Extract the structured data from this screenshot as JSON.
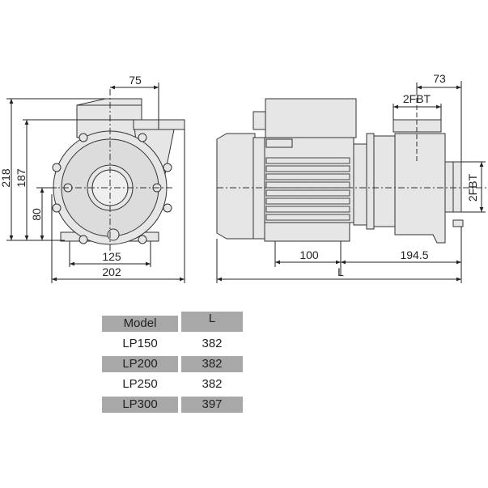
{
  "drawing": {
    "front_view": {
      "dim_height_total": "218",
      "dim_height_outlet": "187",
      "dim_center_height": "80",
      "dim_outlet_offset": "75",
      "dim_feet_spacing": "125",
      "dim_width": "202"
    },
    "side_view": {
      "dim_outlet_offset": "73",
      "dim_top_port": "2FBT",
      "dim_side_port": "2FBT",
      "dim_feet_spacing": "100",
      "dim_pump_length": "194.5",
      "dim_total_length": "L"
    }
  },
  "table": {
    "headers": [
      "Model",
      "L"
    ],
    "rows": [
      {
        "model": "LP150",
        "l": "382"
      },
      {
        "model": "LP200",
        "l": "382"
      },
      {
        "model": "LP250",
        "l": "382"
      },
      {
        "model": "LP300",
        "l": "397"
      }
    ]
  }
}
